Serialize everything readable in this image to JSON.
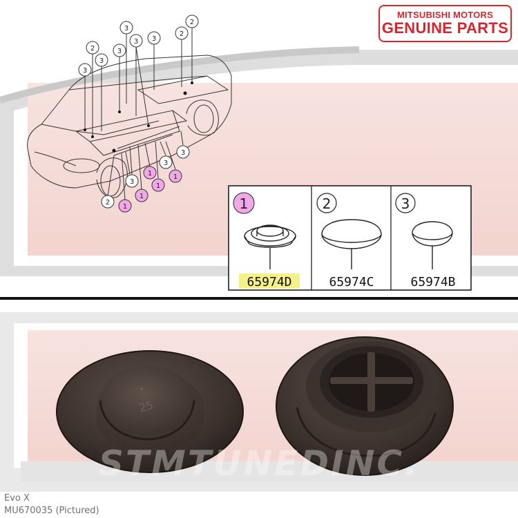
{
  "logo": {
    "line1": "MITSUBISHI MOTORS",
    "line2": "GENUINE PARTS"
  },
  "diagram": {
    "callouts": [
      "1",
      "2",
      "3"
    ],
    "parts": [
      {
        "callout": "1",
        "part_number": "65974D",
        "highlighted": true
      },
      {
        "callout": "2",
        "part_number": "65974C",
        "highlighted": false
      },
      {
        "callout": "3",
        "part_number": "65974B",
        "highlighted": false
      }
    ]
  },
  "photo": {
    "plug_marking": "25",
    "watermark": "STMTUNEDINC."
  },
  "caption": {
    "model": "Evo X",
    "part": "MU670035  (Pictured)"
  },
  "colors": {
    "brand_red": "#d8242c",
    "highlight_pink": "#f0a8e6",
    "highlight_yellow": "#f6f08a",
    "rubber": "#3e342f"
  }
}
